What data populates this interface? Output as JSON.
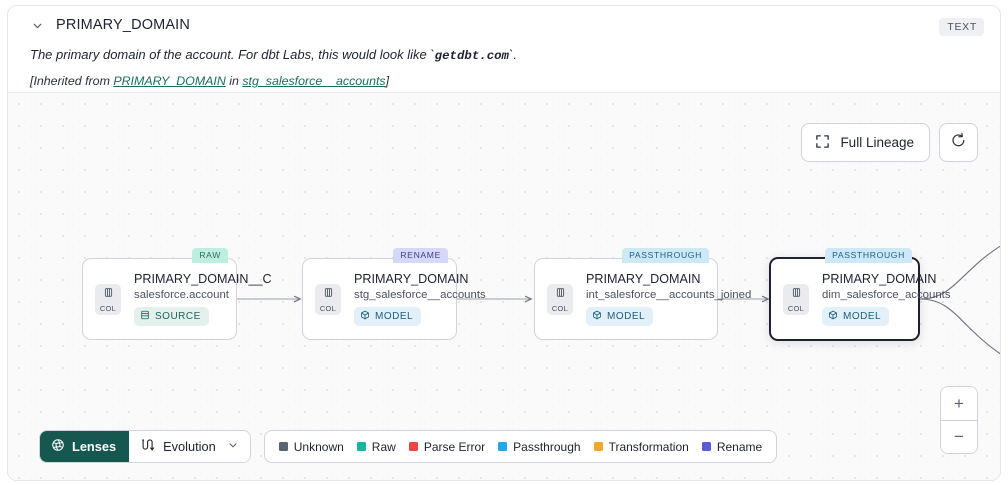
{
  "header": {
    "collapse_icon": "chevron-down-icon",
    "title": "PRIMARY_DOMAIN",
    "type_badge": "TEXT",
    "description_prefix": "The primary domain of the account. For dbt Labs, this would look like `",
    "description_code": "getdbt.com",
    "description_suffix": "`.",
    "inherited_prefix": "[Inherited from ",
    "inherited_link_1": "PRIMARY_DOMAIN",
    "inherited_middle": " in ",
    "inherited_link_2": "stg_salesforce__accounts",
    "inherited_suffix": "]"
  },
  "toolbar": {
    "full_lineage_label": "Full Lineage",
    "full_lineage_icon": "expand-corners-icon",
    "refresh_icon": "refresh-icon"
  },
  "graph": {
    "col_chip_label": "COL",
    "col_chip_icon": "column-icon",
    "nodes": [
      {
        "tag": "RAW",
        "tag_kind": "raw",
        "title": "PRIMARY_DOMAIN__C",
        "subtitle": "salesforce.account",
        "pill_label": "SOURCE",
        "pill_kind": "source",
        "pill_icon": "database-icon",
        "selected": false
      },
      {
        "tag": "RENAME",
        "tag_kind": "rename",
        "title": "PRIMARY_DOMAIN",
        "subtitle": "stg_salesforce__accounts",
        "pill_label": "MODEL",
        "pill_kind": "model",
        "pill_icon": "cube-icon",
        "selected": false
      },
      {
        "tag": "PASSTHROUGH",
        "tag_kind": "passthrough",
        "title": "PRIMARY_DOMAIN",
        "subtitle": "int_salesforce__accounts_joined",
        "pill_label": "MODEL",
        "pill_kind": "model",
        "pill_icon": "cube-icon",
        "selected": false
      },
      {
        "tag": "PASSTHROUGH",
        "tag_kind": "passthrough",
        "title": "PRIMARY_DOMAIN",
        "subtitle": "dim_salesforce_accounts",
        "pill_label": "MODEL",
        "pill_kind": "model",
        "pill_icon": "cube-icon",
        "selected": true
      }
    ]
  },
  "controls": {
    "lenses_label": "Lenses",
    "lenses_icon": "aperture-icon",
    "evolution_label": "Evolution",
    "evolution_icon": "evolution-icon",
    "evolution_caret": "chevron-down-icon",
    "zoom_in": "+",
    "zoom_out": "−"
  },
  "legend": {
    "items": [
      {
        "label": "Unknown",
        "color": "#5b6370"
      },
      {
        "label": "Raw",
        "color": "#14b8a0"
      },
      {
        "label": "Parse Error",
        "color": "#ef4444"
      },
      {
        "label": "Passthrough",
        "color": "#22a7e8"
      },
      {
        "label": "Transformation",
        "color": "#f0a82a"
      },
      {
        "label": "Rename",
        "color": "#5b5bd6"
      }
    ]
  }
}
